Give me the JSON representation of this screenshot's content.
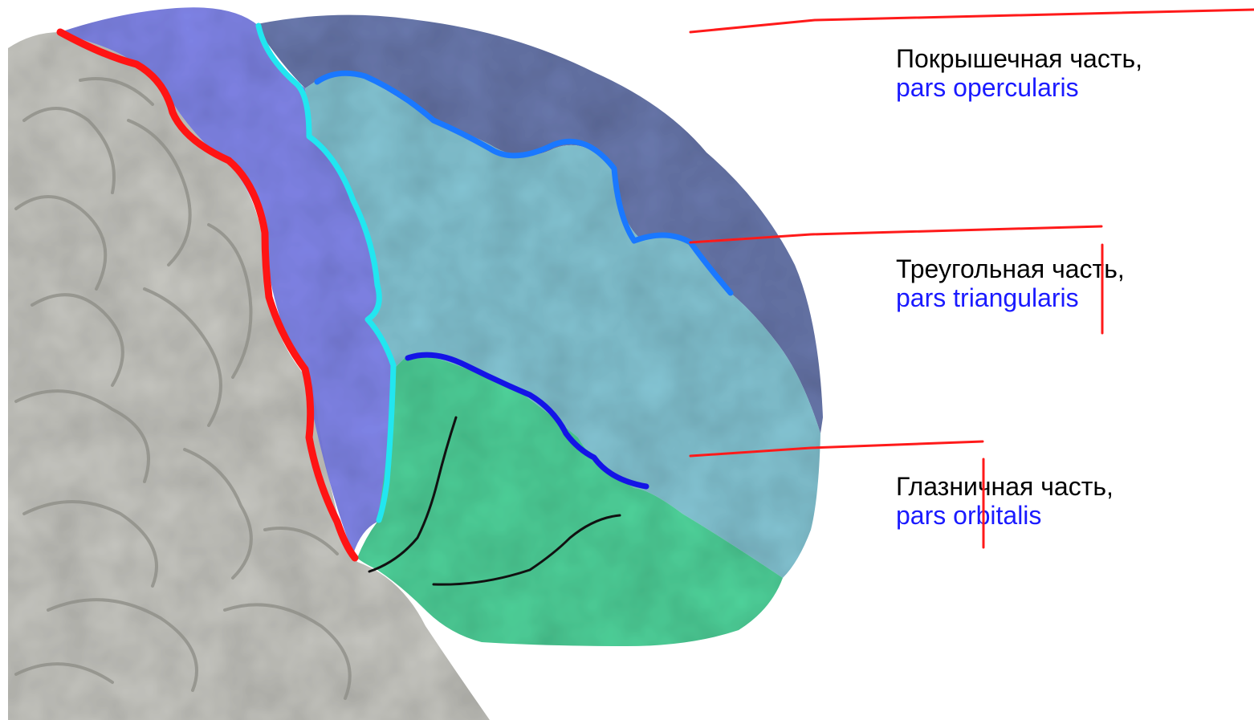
{
  "labels": {
    "opercularis": {
      "ru": "Покрышечная часть,",
      "lat": "pars opercularis"
    },
    "triangularis": {
      "ru": "Треугольная часть,",
      "lat": "pars triangularis"
    },
    "orbitalis": {
      "ru": "Глазничная часть,",
      "lat": "pars orbitalis"
    }
  },
  "colors": {
    "brain_gray": "#c9c9c3",
    "precentral_region": "#7a7fe8",
    "opercular_region": "#6b7ab0",
    "triangular_region": "#86c7d6",
    "orbital_region": "#4fd29a",
    "central_sulcus_line": "#ff1a1a",
    "precentral_sulcus_line": "#22e6f0",
    "inferior_frontal_sulcus_line": "#1a78ff",
    "lateral_sulcus_line": "#1414e6",
    "pointer_line": "#ff1a1a",
    "latin_text": "#1a1aff"
  }
}
